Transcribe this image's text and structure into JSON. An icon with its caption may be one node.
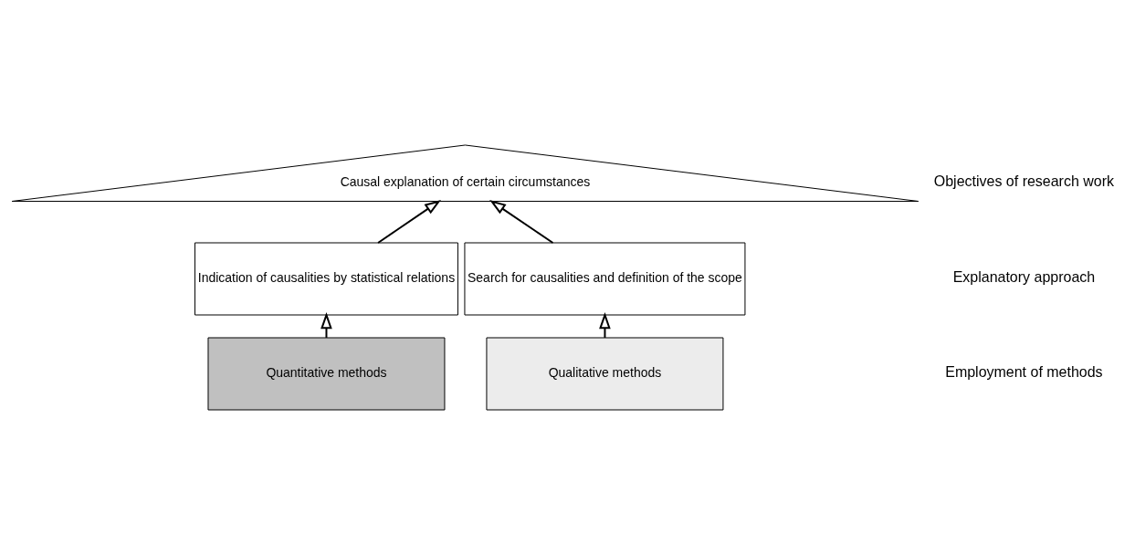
{
  "diagram": {
    "nodes": [
      {
        "text": [
          "Causal explanation of certain circumstances"
        ]
      },
      {
        "text": [
          "Indication of causalities by statistical relations"
        ]
      },
      {
        "text": [
          "Search for causalities and definition of the scope"
        ]
      },
      {
        "text": [
          "Quantitative methods"
        ]
      },
      {
        "text": [
          "Qualitative methods"
        ]
      }
    ],
    "edges": [
      {
        "from": 3,
        "to": 1,
        "arrow": "to"
      },
      {
        "from": 4,
        "to": 2,
        "arrow": "to"
      },
      {
        "from": 1,
        "to": 0,
        "arrow": "to"
      },
      {
        "from": 2,
        "to": 0,
        "arrow": "to"
      }
    ],
    "labels": [
      "Objectives of research work",
      "Explanatory approach",
      "Employment of methods"
    ]
  }
}
